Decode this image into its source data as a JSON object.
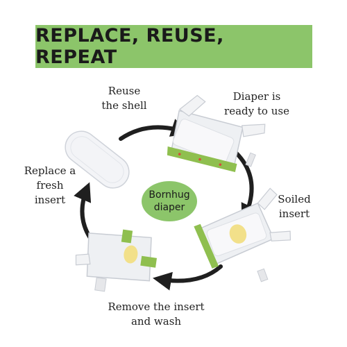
{
  "header": {
    "title": "REPLACE, REUSE, REPEAT"
  },
  "center": {
    "line1": "Bornhug",
    "line2": "diaper"
  },
  "steps": [
    {
      "id": "reuse",
      "lines": [
        "Reuse",
        "the shell"
      ]
    },
    {
      "id": "ready",
      "lines": [
        "Diaper is",
        "ready to use"
      ]
    },
    {
      "id": "soiled",
      "lines": [
        "Soiled",
        "insert"
      ]
    },
    {
      "id": "remove",
      "lines": [
        "Remove the insert",
        "and wash"
      ]
    },
    {
      "id": "replace",
      "lines": [
        "Replace a",
        "fresh",
        "insert"
      ]
    }
  ],
  "colors": {
    "banner": "#8cc56a",
    "center_oval": "#8cc56a",
    "arrow": "#1f1f1f",
    "diaper": "#f4f4f6",
    "trim_green": "#8fbf4f",
    "stain": "#f2e08a"
  },
  "icons": [
    "insert-pad-icon",
    "diaper-shell-icon",
    "soiled-diaper-icon",
    "open-diaper-icon",
    "cycle-arrow-icon"
  ]
}
